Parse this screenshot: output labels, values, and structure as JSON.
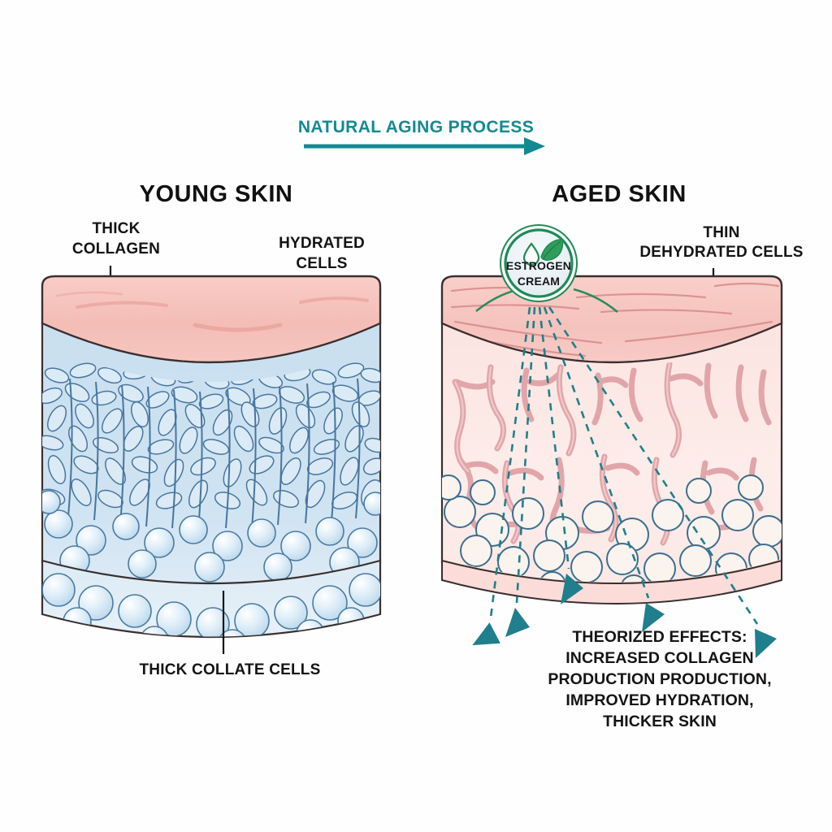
{
  "header": {
    "title": "NATURAL AGING PROCESS",
    "arrow_icon": "right-arrow-icon",
    "accent_color": "#138a92"
  },
  "panels": {
    "young": {
      "title": "YOUNG SKIN",
      "callouts": [
        {
          "id": "thick-collagen",
          "lines": [
            "THICK",
            "COLLAGEN"
          ]
        },
        {
          "id": "hydrated-cells",
          "lines": [
            "HYDRATED",
            "CELLS"
          ]
        },
        {
          "id": "thick-collate-cells",
          "lines": [
            "THICK COLLATE CELLS"
          ]
        }
      ],
      "colors": {
        "epidermis": "#F6C3BC",
        "epidermis_lower": "#F9D2CC",
        "dermis": "#C6DDEE",
        "dermis_stroke": "#40709B",
        "hypodermis": "#D6E7F3",
        "outline": "#3a2f2f"
      }
    },
    "aged": {
      "title": "AGED SKIN",
      "callouts": [
        {
          "id": "thin-dehydrated-cells",
          "lines": [
            "THIN",
            "DEHYDRATED CELLS"
          ]
        }
      ],
      "badge": {
        "label_lines": [
          "ESTROGEN",
          "CREAM"
        ],
        "icons": [
          "droplet-icon",
          "leaf-icon"
        ],
        "ring_color": "#1f8a55",
        "fill_color": "#e9f0f4"
      },
      "effects": {
        "lines": [
          "THEORIZED EFFECTS:",
          "INCREASED COLLAGEN",
          "PRODUCTION PRODUCTION,",
          "IMPROVED HYDRATION,",
          "THICKER SKIN"
        ]
      },
      "colors": {
        "epidermis": "#F7C7C1",
        "epidermis_lower": "#FAD7D2",
        "dermis": "#FCE7E5",
        "fiber": "#E2A0A4",
        "cell_stroke": "#3C6E8E",
        "cell_fill": "#FBF3EE",
        "dashed": "#1F7F8C",
        "outline": "#3a2f2f"
      }
    }
  }
}
